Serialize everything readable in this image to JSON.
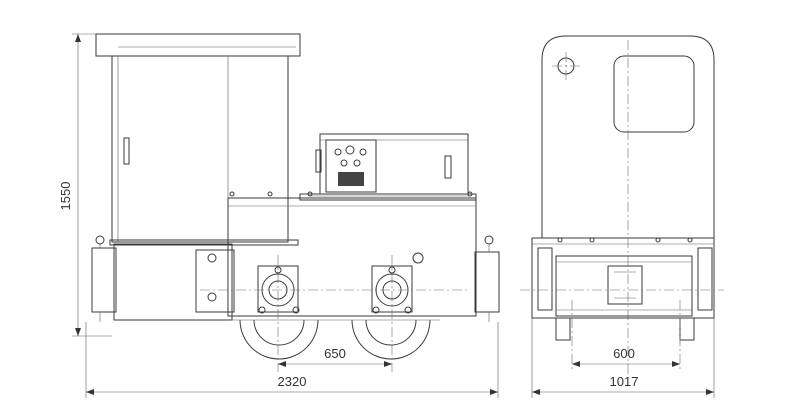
{
  "drawing": {
    "dimensions": {
      "height": "1550",
      "wheelbase": "650",
      "overall_length": "2320",
      "gauge": "600",
      "overall_width": "1017"
    }
  }
}
